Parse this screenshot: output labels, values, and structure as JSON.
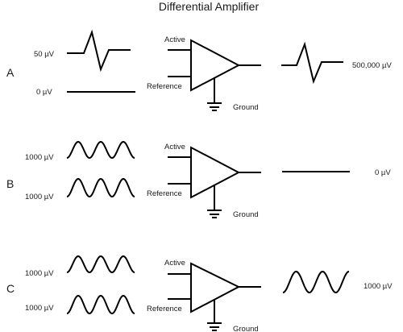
{
  "title": "Differential Amplifier",
  "rows": [
    {
      "row_label": "A",
      "active_input": "50 µV",
      "reference_input": "0 µV",
      "output": "500,000 µV"
    },
    {
      "row_label": "B",
      "active_input": "1000 µV",
      "reference_input": "1000 µV",
      "output": "0 µV"
    },
    {
      "row_label": "C",
      "active_input": "1000 µV",
      "reference_input": "1000 µV",
      "output": "1000 µV"
    }
  ],
  "amplifier": {
    "active_label": "Active",
    "reference_label": "Reference",
    "ground_label": "Ground"
  }
}
